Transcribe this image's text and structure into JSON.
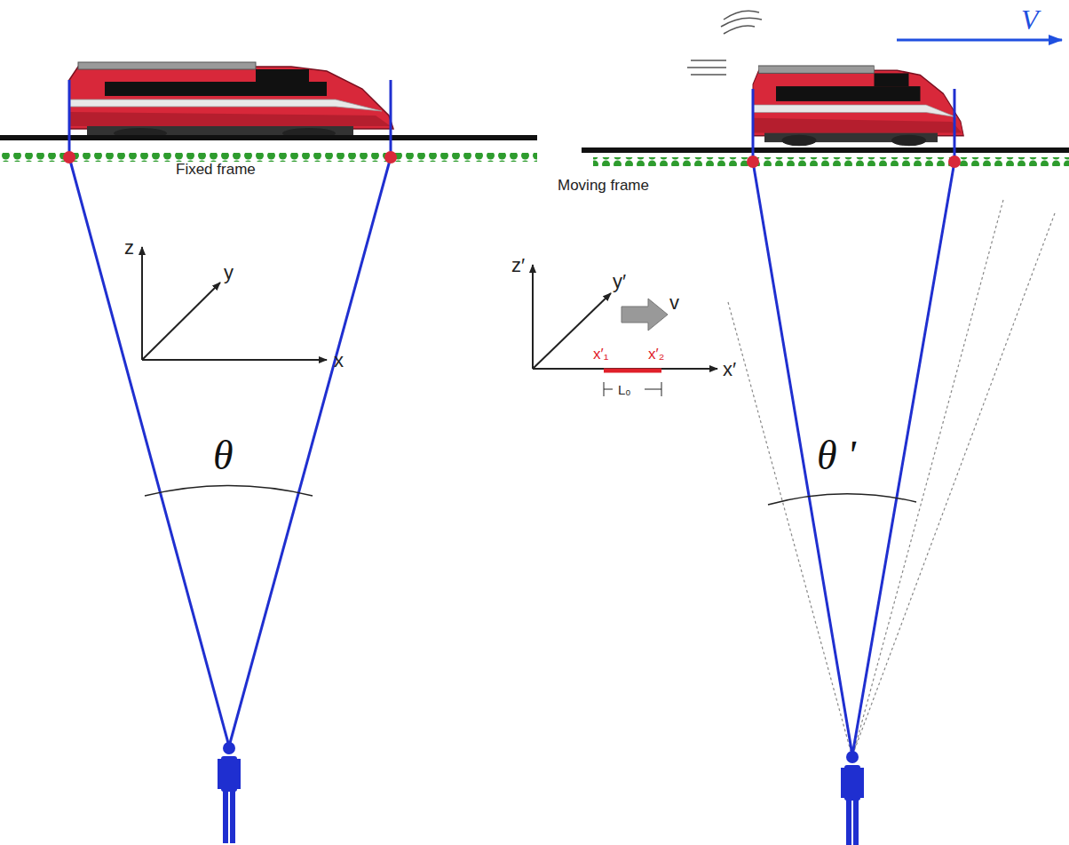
{
  "diagram": {
    "labels": [
      "V",
      "Fixed frame",
      "z",
      "y",
      "x",
      "θ",
      "Moving frame",
      "z′",
      "y′",
      "x′",
      "v",
      "x′₁",
      "x′₂",
      "L₀",
      "θ '"
    ]
  }
}
